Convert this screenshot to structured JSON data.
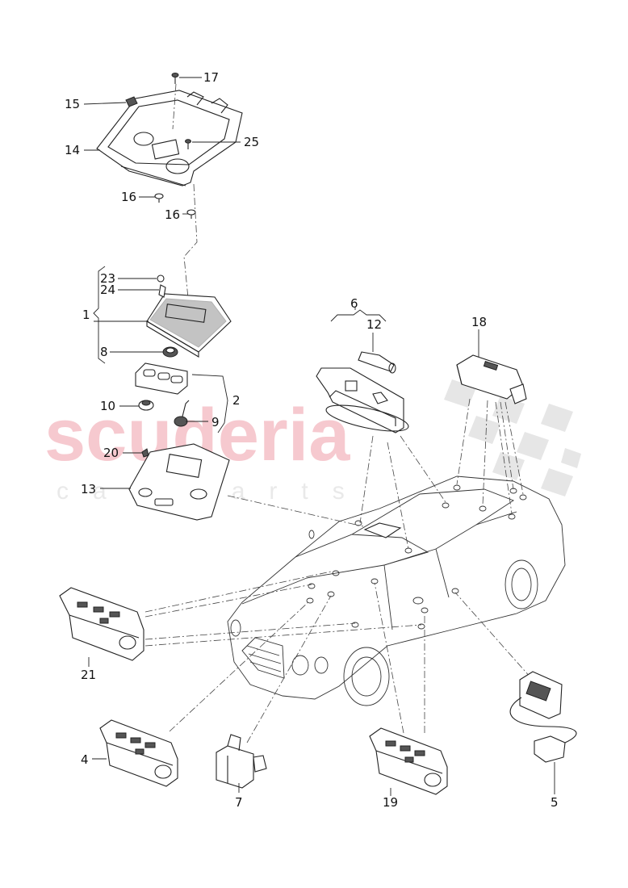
{
  "watermark": {
    "main": "scuderia",
    "sub": "car parts"
  },
  "callouts": [
    {
      "id": "p17",
      "text": "17"
    },
    {
      "id": "p15",
      "text": "15"
    },
    {
      "id": "p14",
      "text": "14"
    },
    {
      "id": "p25",
      "text": "25"
    },
    {
      "id": "p16a",
      "text": "16"
    },
    {
      "id": "p16b",
      "text": "16"
    },
    {
      "id": "p23",
      "text": "23"
    },
    {
      "id": "p24",
      "text": "24"
    },
    {
      "id": "p1",
      "text": "1"
    },
    {
      "id": "p8",
      "text": "8"
    },
    {
      "id": "p2",
      "text": "2"
    },
    {
      "id": "p10",
      "text": "10"
    },
    {
      "id": "p9",
      "text": "9"
    },
    {
      "id": "p20",
      "text": "20"
    },
    {
      "id": "p13",
      "text": "13"
    },
    {
      "id": "p6",
      "text": "6"
    },
    {
      "id": "p12",
      "text": "12"
    },
    {
      "id": "p18",
      "text": "18"
    },
    {
      "id": "p21",
      "text": "21"
    },
    {
      "id": "p4",
      "text": "4"
    },
    {
      "id": "p7",
      "text": "7"
    },
    {
      "id": "p19",
      "text": "19"
    },
    {
      "id": "p5",
      "text": "5"
    }
  ],
  "colors": {
    "watermark_red": "#f6c9cf",
    "watermark_grey": "#e9e9e9",
    "line": "#222222"
  }
}
